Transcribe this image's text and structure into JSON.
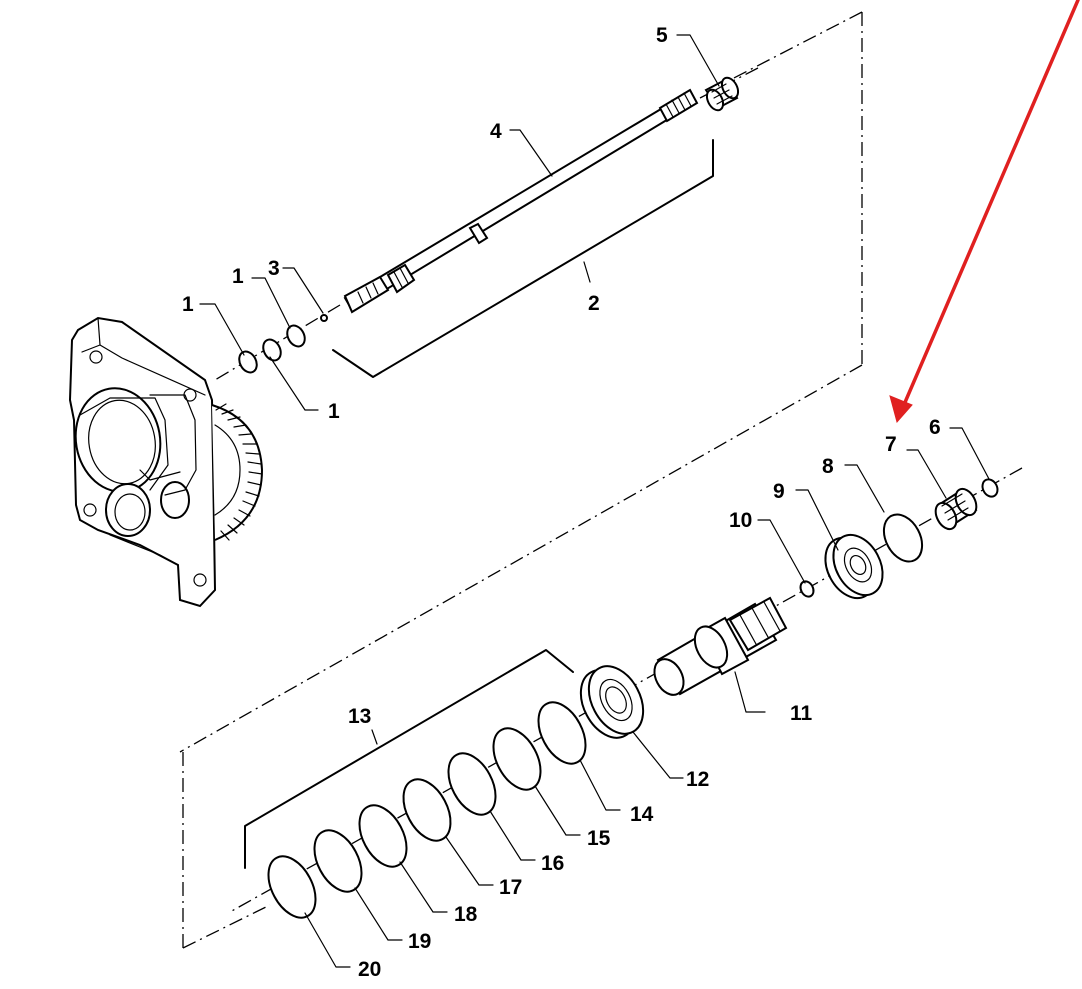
{
  "callouts": {
    "c1a": "1",
    "c1b": "1",
    "c1c": "1",
    "c2": "2",
    "c3": "3",
    "c4": "4",
    "c5": "5",
    "c6": "6",
    "c7": "7",
    "c8": "8",
    "c9": "9",
    "c10": "10",
    "c11": "11",
    "c12": "12",
    "c13": "13",
    "c14": "14",
    "c15": "15",
    "c16": "16",
    "c17": "17",
    "c18": "18",
    "c19": "19",
    "c20": "20"
  },
  "colors": {
    "line": "#000000",
    "background": "#ffffff",
    "highlight_arrow": "#e02020"
  }
}
